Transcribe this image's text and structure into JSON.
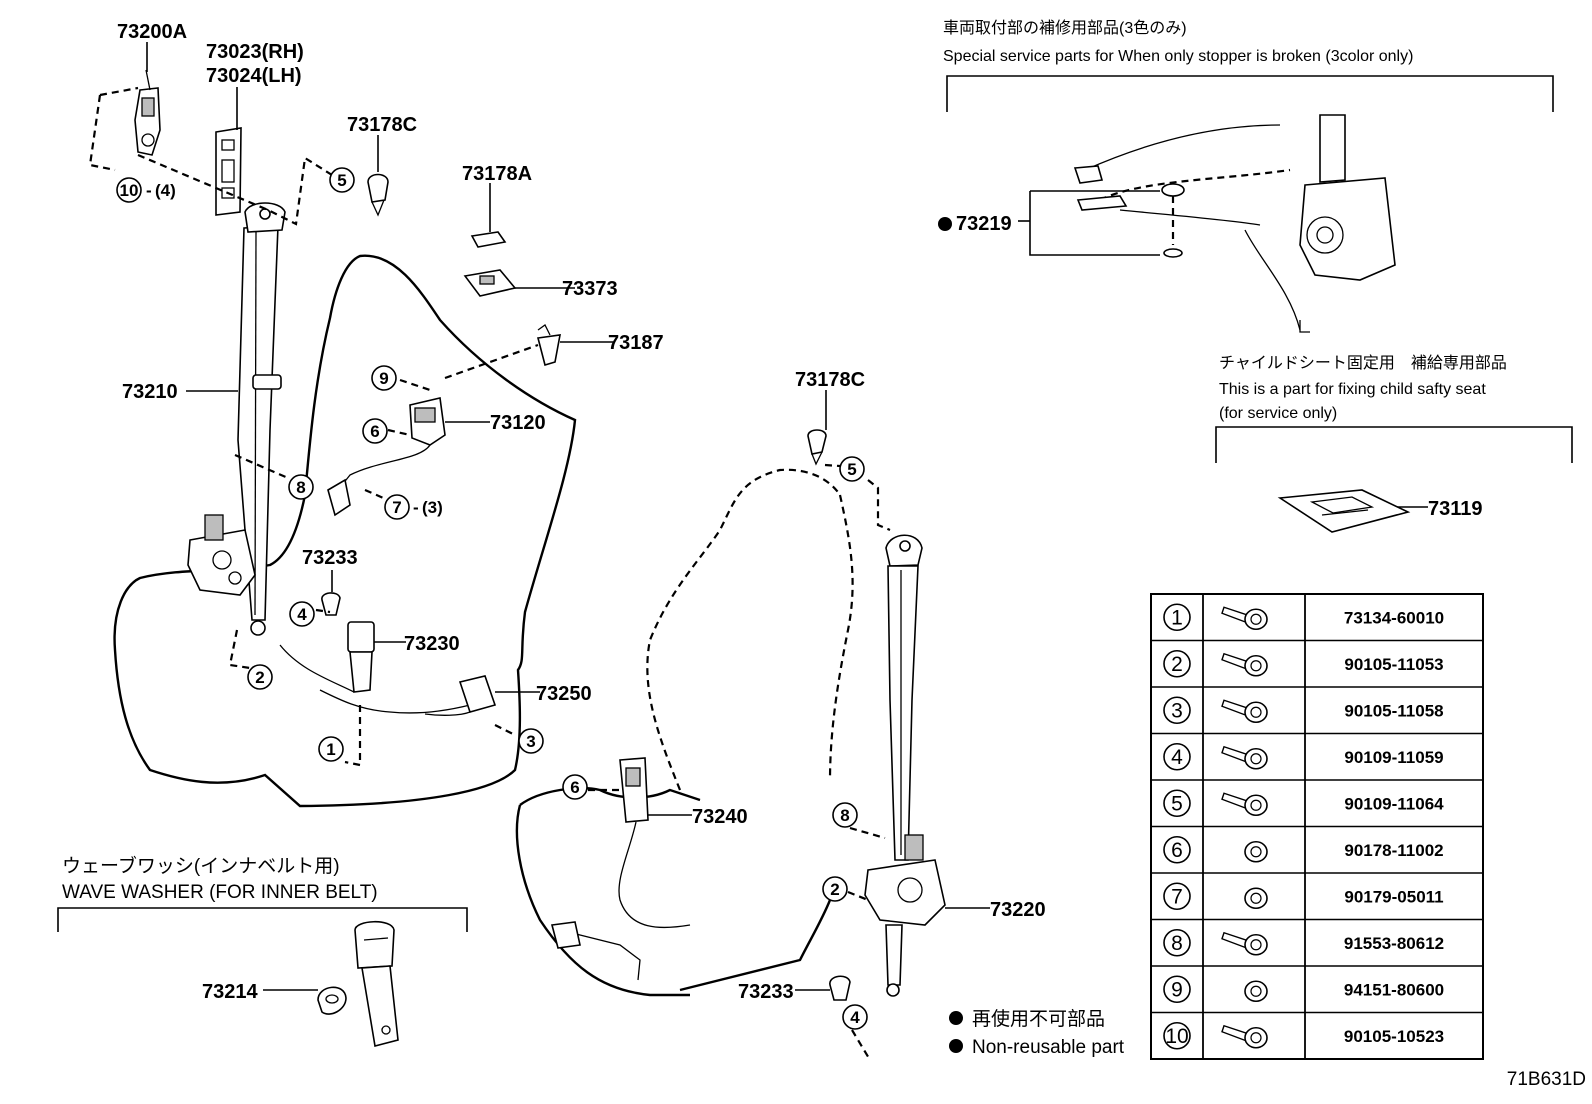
{
  "diagram_code": "71B631D",
  "part_labels": {
    "p73200A": "73200A",
    "p73023": "73023(RH)",
    "p73024": "73024(LH)",
    "p73178C_top": "73178C",
    "p73178A": "73178A",
    "p73373": "73373",
    "p73187": "73187",
    "p73120": "73120",
    "p73210": "73210",
    "p73233_left": "73233",
    "p73230": "73230",
    "p73250": "73250",
    "p73178C_mid": "73178C",
    "p73240": "73240",
    "p73220": "73220",
    "p73233_bottom": "73233",
    "p73214": "73214",
    "p73219": "73219",
    "p73119": "73119"
  },
  "qty_notes": {
    "q10": "(4)",
    "q7": "(3)"
  },
  "callouts": {
    "c1": "1",
    "c2": "2",
    "c3": "3",
    "c4": "4",
    "c5": "5",
    "c6": "6",
    "c7": "7",
    "c8": "8",
    "c9": "9",
    "c10": "10"
  },
  "sections": {
    "stopper_jp": "車両取付部の補修用部品(3色のみ)",
    "stopper_en": "Special service parts for When only stopper is broken (3color only)",
    "child_jp": "チャイルドシート固定用　補給専用部品",
    "child_en1": "This is a part for fixing child safty seat",
    "child_en2": "(for service only)",
    "washer_jp": "ウェーブワッシ(インナベルト用)",
    "washer_en": "WAVE WASHER (FOR INNER BELT)"
  },
  "legend": {
    "jp": "再使用不可部品",
    "en": "Non-reusable part"
  },
  "fastener_table": [
    {
      "ref": "1",
      "part_no": "73134-60010"
    },
    {
      "ref": "2",
      "part_no": "90105-11053"
    },
    {
      "ref": "3",
      "part_no": "90105-11058"
    },
    {
      "ref": "4",
      "part_no": "90109-11059"
    },
    {
      "ref": "5",
      "part_no": "90109-11064"
    },
    {
      "ref": "6",
      "part_no": "90178-11002"
    },
    {
      "ref": "7",
      "part_no": "90179-05011"
    },
    {
      "ref": "8",
      "part_no": "91553-80612"
    },
    {
      "ref": "9",
      "part_no": "94151-80600"
    },
    {
      "ref": "10",
      "part_no": "90105-10523"
    }
  ]
}
